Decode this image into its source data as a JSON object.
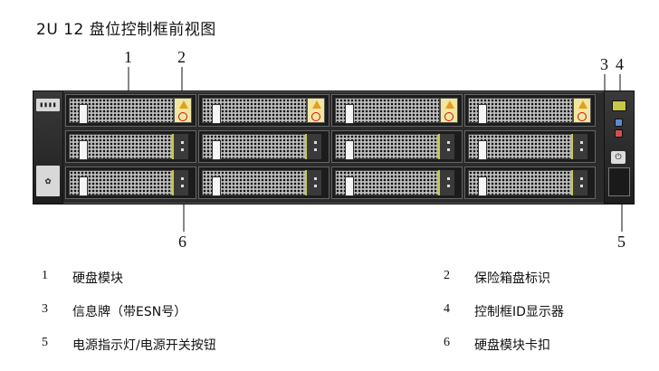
{
  "title": "2U 12 盘位控制框前视图",
  "callouts": [
    "1",
    "2",
    "3",
    "4",
    "5",
    "6"
  ],
  "panel_text": {
    "left_ear_top": "▮▮▮▮",
    "vendor": "✿",
    "power_symbol": "⏻"
  },
  "legend": [
    {
      "num": "1",
      "text": "硬盘模块"
    },
    {
      "num": "2",
      "text": "保险箱盘标识"
    },
    {
      "num": "3",
      "text": "信息牌（带ESN号）"
    },
    {
      "num": "4",
      "text": "控制框ID显示器"
    },
    {
      "num": "5",
      "text": "电源指示灯/电源开关按钮"
    },
    {
      "num": "6",
      "text": "硬盘模块卡扣"
    }
  ],
  "colors": {
    "chassis": "#2b2b2b",
    "id_display": "#c8c845",
    "indicator_blue": "#5b8bd0",
    "indicator_red": "#d05050"
  }
}
